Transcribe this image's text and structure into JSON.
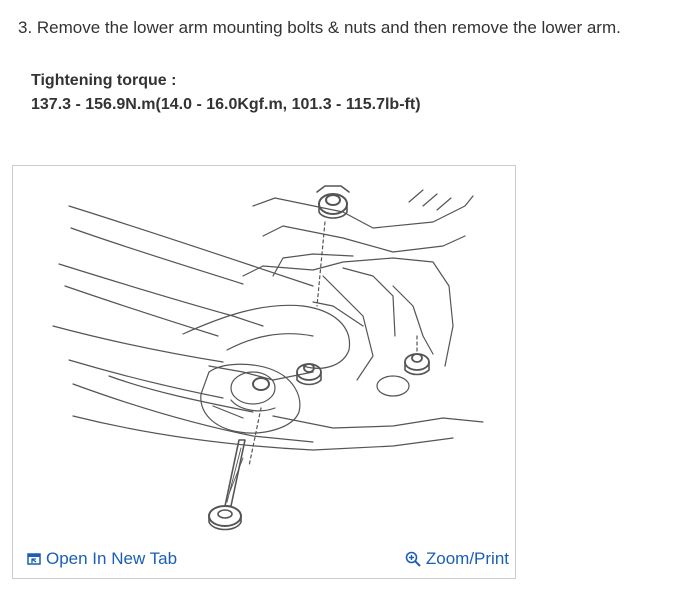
{
  "step": {
    "text": "3. Remove the lower arm mounting bolts & nuts and then remove the lower arm."
  },
  "torque": {
    "label": "Tightening torque :",
    "value": "137.3 - 156.9N.m(14.0 - 16.0Kgf.m, 101.3 - 115.7lb-ft)"
  },
  "figure_links": {
    "open_new_tab": "Open In New Tab",
    "zoom_print": "Zoom/Print"
  },
  "colors": {
    "link": "#1a5fb4",
    "text": "#333333",
    "border": "#cccccc"
  },
  "icons": {
    "open_new_tab": "open-new-tab-icon",
    "zoom_print": "zoom-in-icon"
  }
}
